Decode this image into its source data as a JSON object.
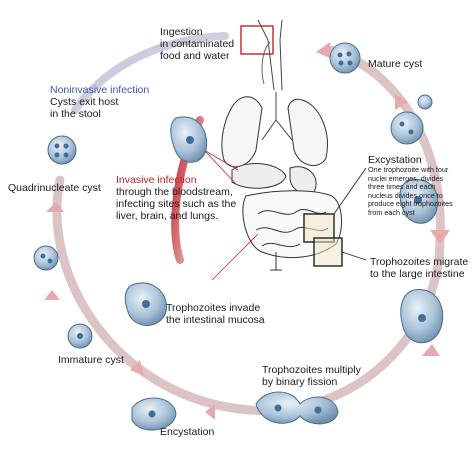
{
  "labels": {
    "ingestion": [
      "Ingestion",
      "in contaminated",
      "food and water"
    ],
    "mature_cyst": "Mature cyst",
    "noninvasive_title": "Noninvasive infection",
    "noninvasive_text": [
      "Cysts exit host",
      "in the stool"
    ],
    "quadrinucleate_cyst": "Quadrinucleate cyst",
    "invasive_title": "Invasive infection",
    "invasive_text": [
      "through the bloodstream,",
      "infecting sites such as the",
      "liver, brain, and lungs."
    ],
    "excystation_title": "Excystation",
    "excystation_text": [
      "One trophozoite with four",
      "nuclei emerges, divides",
      "three times and each",
      "nucleus divides once to",
      "produce eight trophozoites",
      "from each cyst"
    ],
    "trophozoites_migrate": [
      "Trophozoites  migrate",
      "to the large intestine"
    ],
    "trophozoites_invade": [
      "Trophozoites invade",
      "the intestinal mucosa"
    ],
    "immature_cyst": "Immature cyst",
    "trophozoites_multiply": [
      "Trophozoites multiply",
      "by binary fission"
    ],
    "encystation": "Encystation"
  },
  "colors": {
    "cycle_ring": "#dcc4c4",
    "arrow": "#e7a8ae",
    "cell_fill": "#a9c2d8",
    "cell_stroke": "#4b6e8c",
    "nucleus": "#3f6f98",
    "highlight_box": "#c0242d",
    "invasive_blue": "#3b57a8",
    "invasive_red": "#c0242d"
  }
}
